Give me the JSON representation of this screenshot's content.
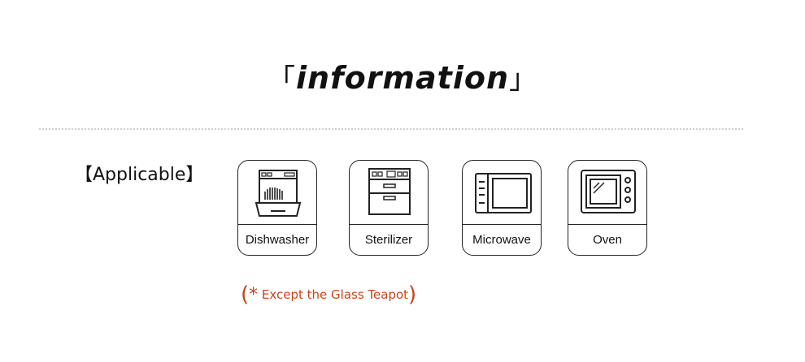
{
  "header": {
    "title_open": "「",
    "title": "information",
    "title_close": "」"
  },
  "applicable": {
    "label": "【Applicable】"
  },
  "appliances": [
    {
      "label": "Dishwasher",
      "icon": "dishwasher-icon"
    },
    {
      "label": "Sterilizer",
      "icon": "sterilizer-icon"
    },
    {
      "label": "Microwave",
      "icon": "microwave-icon"
    },
    {
      "label": "Oven",
      "icon": "oven-icon"
    }
  ],
  "note": {
    "open": "(",
    "star": "*",
    "text": " Except the Glass Teapot",
    "close": ")"
  },
  "colors": {
    "note": "#c8441c",
    "divider": "#cfcfcf"
  }
}
